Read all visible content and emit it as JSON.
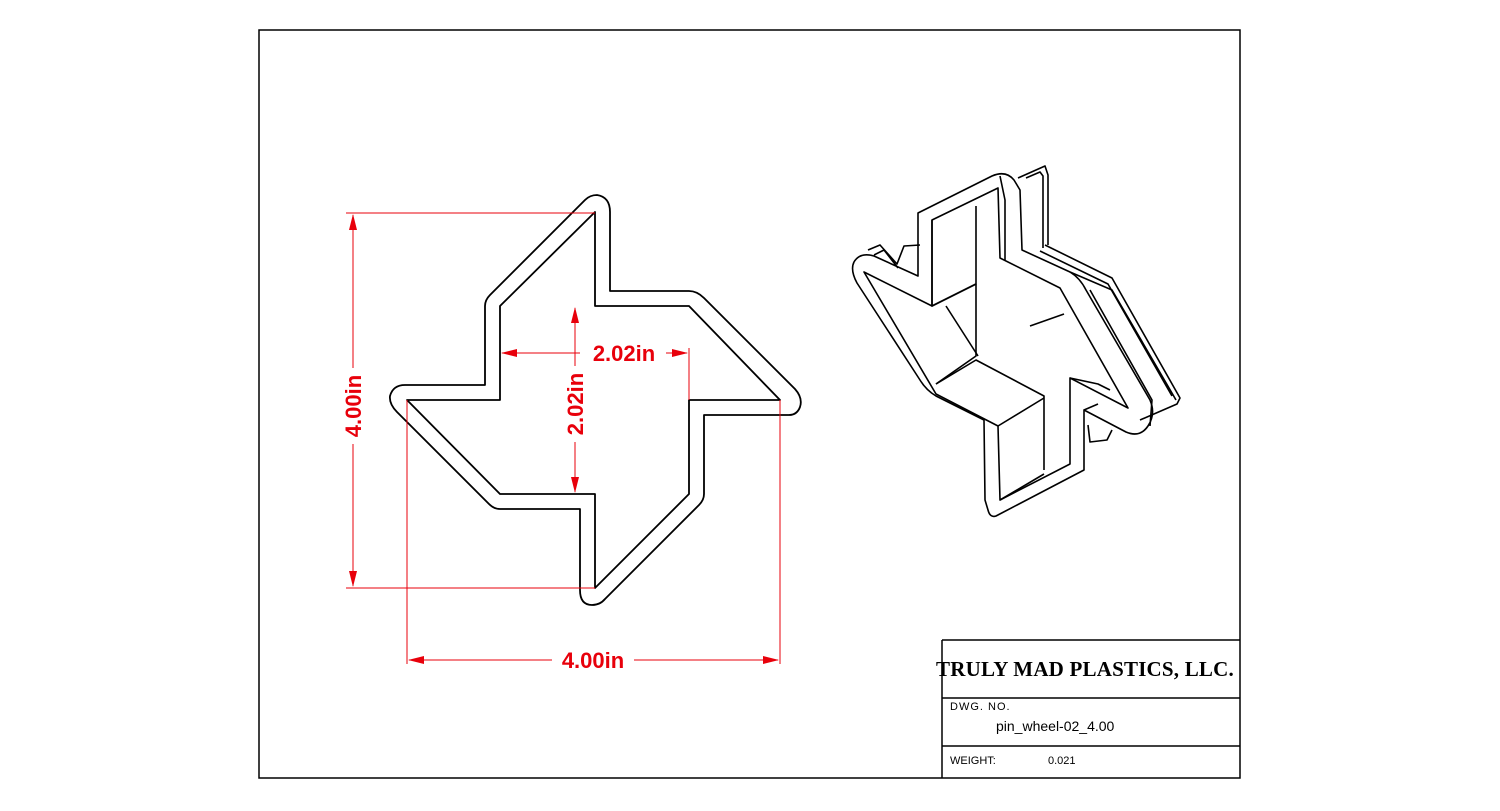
{
  "dimensions": {
    "overall_height": "4.00in",
    "overall_width": "4.00in",
    "inner_width": "2.02in",
    "inner_height": "2.02in"
  },
  "title_block": {
    "company": "TRULY MAD PLASTICS, LLC.",
    "dwg_no_label": "DWG. NO.",
    "dwg_no_value": "pin_wheel-02_4.00",
    "weight_label": "WEIGHT:",
    "weight_value": "0.021"
  },
  "colors": {
    "dimension": "#e8000b",
    "outline": "#000000"
  }
}
